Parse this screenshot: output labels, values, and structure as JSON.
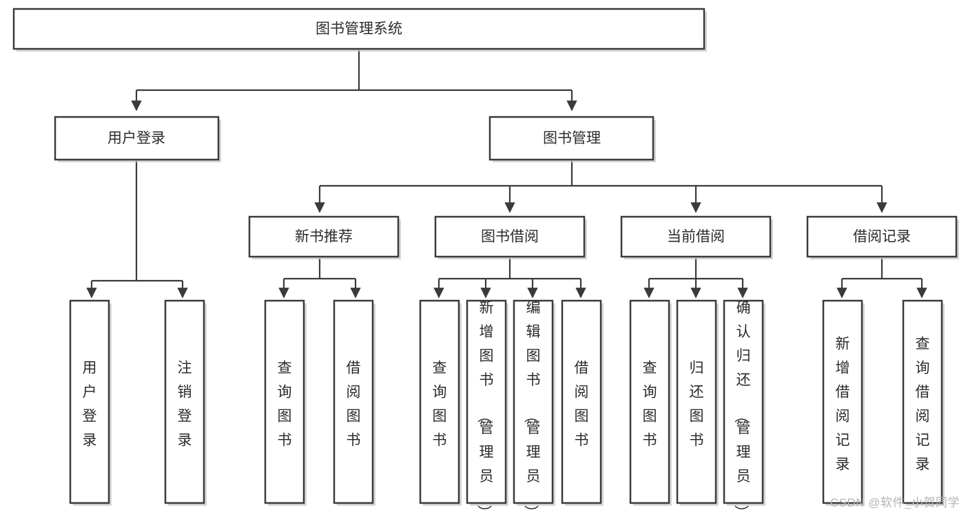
{
  "diagram": {
    "type": "tree-hierarchy",
    "title": "图书管理系统",
    "orientation": "top-down",
    "colors": {
      "stroke": "#3a3a3a",
      "fill": "#ffffff",
      "text": "#2b2b2b",
      "shadow": "#c8c8c8",
      "watermark": "#b4b4b4"
    },
    "root": {
      "label": "图书管理系统"
    },
    "level2": [
      {
        "label": "用户登录"
      },
      {
        "label": "图书管理"
      }
    ],
    "level3": [
      {
        "label": "新书推荐"
      },
      {
        "label": "图书借阅"
      },
      {
        "label": "当前借阅"
      },
      {
        "label": "借阅记录"
      }
    ],
    "leaves": {
      "user_login": [
        {
          "label": "用户登录"
        },
        {
          "label": "注销登录"
        }
      ],
      "new_book_recommend": [
        {
          "label": "查询图书"
        },
        {
          "label": "借阅图书"
        }
      ],
      "book_borrow": [
        {
          "label": "查询图书"
        },
        {
          "label": "新增图书（管理员）"
        },
        {
          "label": "编辑图书（管理员）"
        },
        {
          "label": "借阅图书"
        }
      ],
      "current_borrow": [
        {
          "label": "查询图书"
        },
        {
          "label": "归还图书"
        },
        {
          "label": "确认归还（管理员）"
        }
      ],
      "borrow_record": [
        {
          "label": "新增借阅记录"
        },
        {
          "label": "查询借阅记录"
        }
      ]
    }
  },
  "watermark": {
    "text": "CSDN @软件_小贺同学"
  }
}
